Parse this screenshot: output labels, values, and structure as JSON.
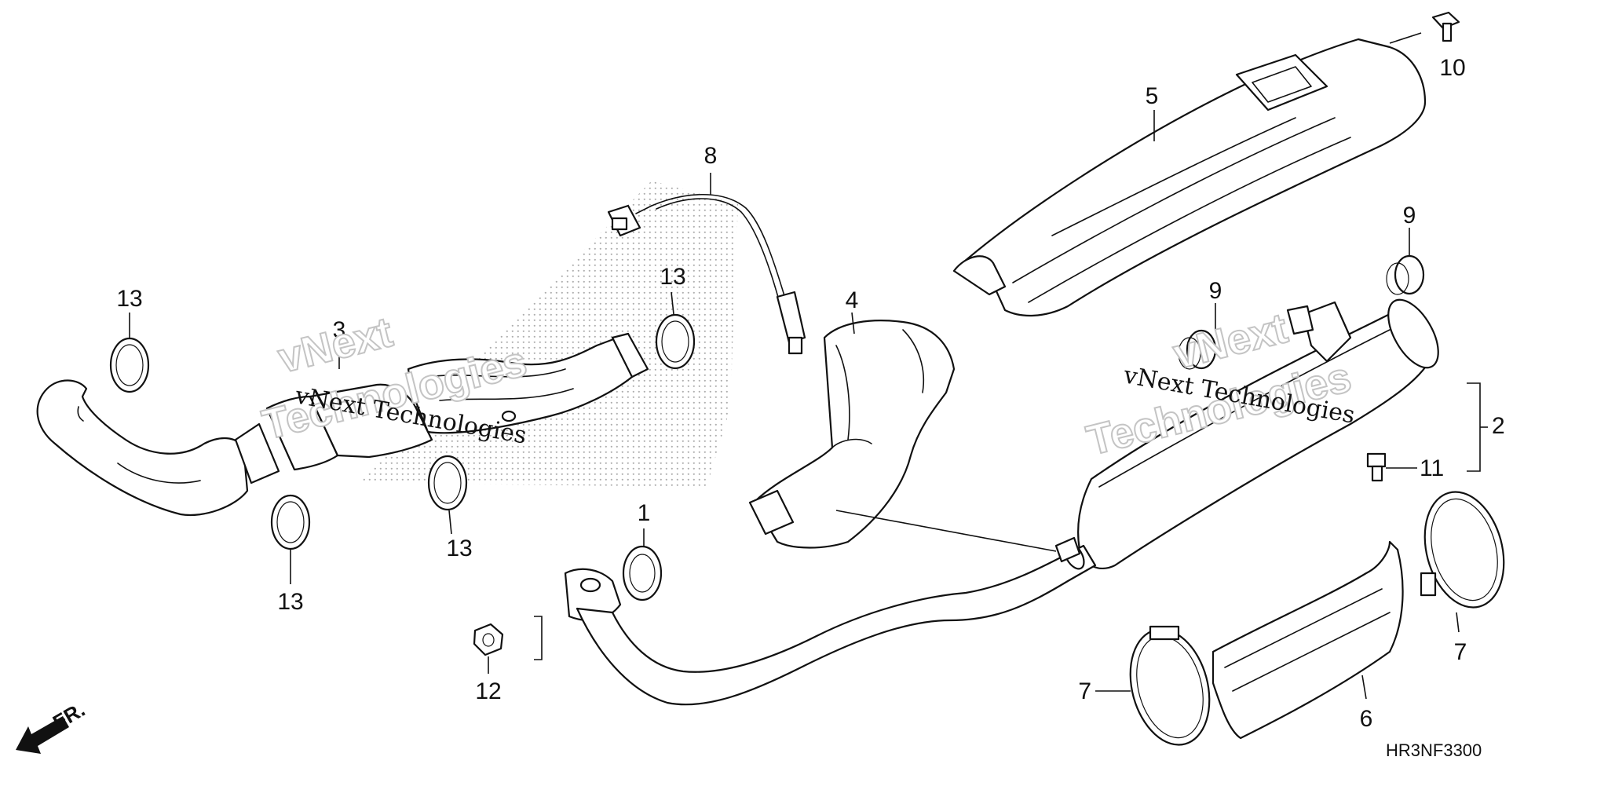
{
  "diagram": {
    "code": "HR3NF3300",
    "front_indicator": "FR.",
    "watermark": {
      "text": "vNext Technologies",
      "ghost_line_1": "vNext",
      "ghost_line_2": "Technologies"
    },
    "callouts": [
      "1",
      "2",
      "3",
      "4",
      "5",
      "6",
      "7",
      "7",
      "8",
      "9",
      "9",
      "10",
      "11",
      "12",
      "13",
      "13",
      "13",
      "13"
    ]
  },
  "colors": {
    "ink": "#111111",
    "paper": "#ffffff",
    "watermark_outline": "#c4c4c4"
  }
}
